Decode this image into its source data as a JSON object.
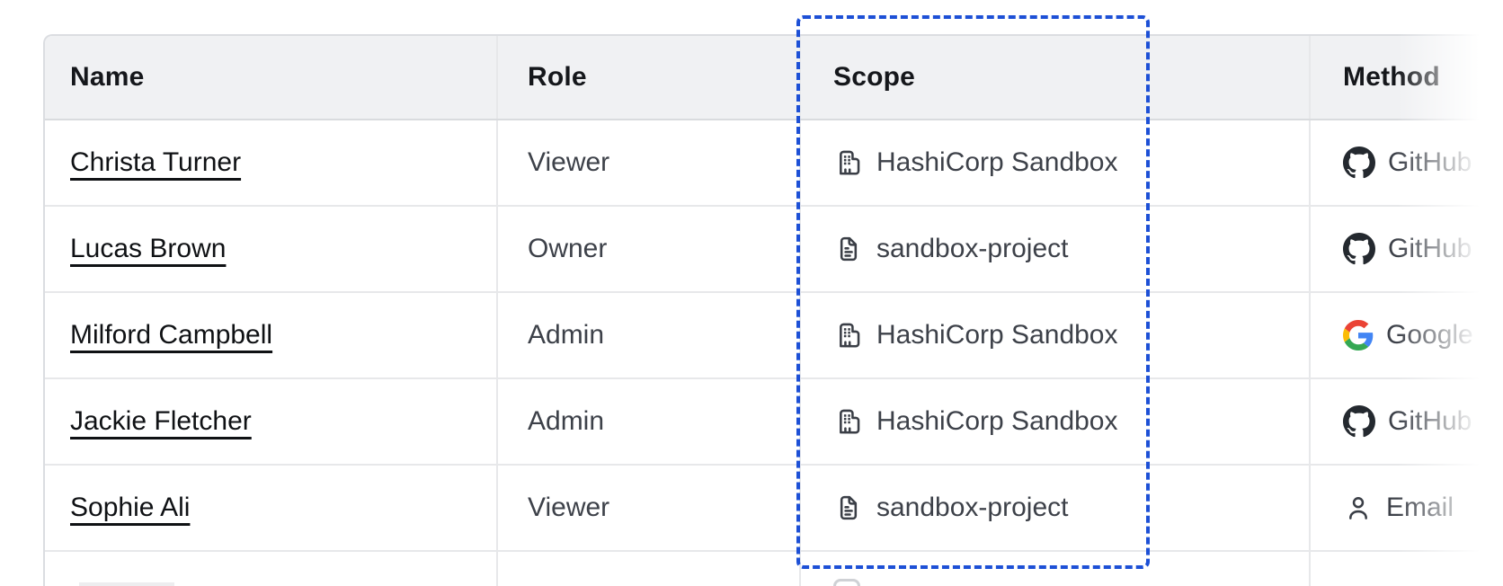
{
  "table": {
    "columns": [
      {
        "key": "name",
        "label": "Name"
      },
      {
        "key": "role",
        "label": "Role"
      },
      {
        "key": "scope",
        "label": "Scope"
      },
      {
        "key": "method",
        "label": "Method"
      }
    ],
    "rows": [
      {
        "name": "Christa Turner",
        "role": "Viewer",
        "scope": {
          "icon": "organization-icon",
          "label": "HashiCorp Sandbox"
        },
        "method": {
          "icon": "github-icon",
          "label": "GitHub"
        }
      },
      {
        "name": "Lucas Brown",
        "role": "Owner",
        "scope": {
          "icon": "file-icon",
          "label": "sandbox-project"
        },
        "method": {
          "icon": "github-icon",
          "label": "GitHub"
        }
      },
      {
        "name": "Milford Campbell",
        "role": "Admin",
        "scope": {
          "icon": "organization-icon",
          "label": "HashiCorp Sandbox"
        },
        "method": {
          "icon": "google-icon",
          "label": "Google"
        }
      },
      {
        "name": "Jackie Fletcher",
        "role": "Admin",
        "scope": {
          "icon": "organization-icon",
          "label": "HashiCorp Sandbox"
        },
        "method": {
          "icon": "github-icon",
          "label": "GitHub"
        }
      },
      {
        "name": "Sophie Ali",
        "role": "Viewer",
        "scope": {
          "icon": "file-icon",
          "label": "sandbox-project"
        },
        "method": {
          "icon": "person-icon",
          "label": "Email"
        }
      }
    ]
  },
  "highlight": {
    "target_column": "Scope",
    "style": "dashed",
    "color": "#1d50d6"
  },
  "colors": {
    "header_bg": "#f0f1f3",
    "table_border": "#dbdde1",
    "row_border": "#e7e8ea",
    "header_text": "#15171b",
    "name_text": "#0f1114",
    "cell_text": "#3d4149",
    "icon": "#3a3e46",
    "github_icon": "#24292f",
    "google_blue": "#4285f4",
    "google_green": "#34a853",
    "google_yellow": "#fbbc05",
    "google_red": "#ea4335"
  }
}
